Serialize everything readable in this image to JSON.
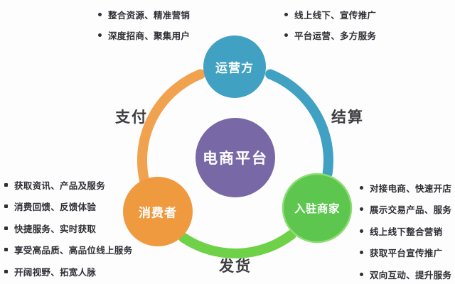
{
  "diagram": {
    "center": {
      "label": "电商平台",
      "color": "#7968A6"
    },
    "nodes": {
      "operator": {
        "label": "运营方",
        "color": "#41A1C2"
      },
      "consumer": {
        "label": "消费者",
        "color": "#F09A40"
      },
      "merchant": {
        "label": "入驻商家",
        "color": "#5CC64E",
        "rim": "#8FDC72"
      }
    },
    "edges": {
      "payment": {
        "label": "支付",
        "color": "#F0A24E"
      },
      "settlement": {
        "label": "结算",
        "color": "#41A1C2"
      },
      "delivery": {
        "label": "发货",
        "color": "#6FD147"
      }
    }
  },
  "lists": {
    "top_left": [
      "整合资源、精准营销",
      "深度招商、聚集用户"
    ],
    "top_right": [
      "线上线下、宣传推广",
      "平台运营、多方服务"
    ],
    "left": [
      "获取资讯、产品及服务",
      "消费回馈、反馈体验",
      "快捷服务、实时获取",
      "享受高品质、高品位线上服务",
      "开阔视野、拓宽人脉"
    ],
    "right": [
      "对接电商、快速开店",
      "展示交易产品、服务",
      "线上线下整合营销",
      "获取平台宣传推广",
      "双向互动、提升服务"
    ]
  }
}
